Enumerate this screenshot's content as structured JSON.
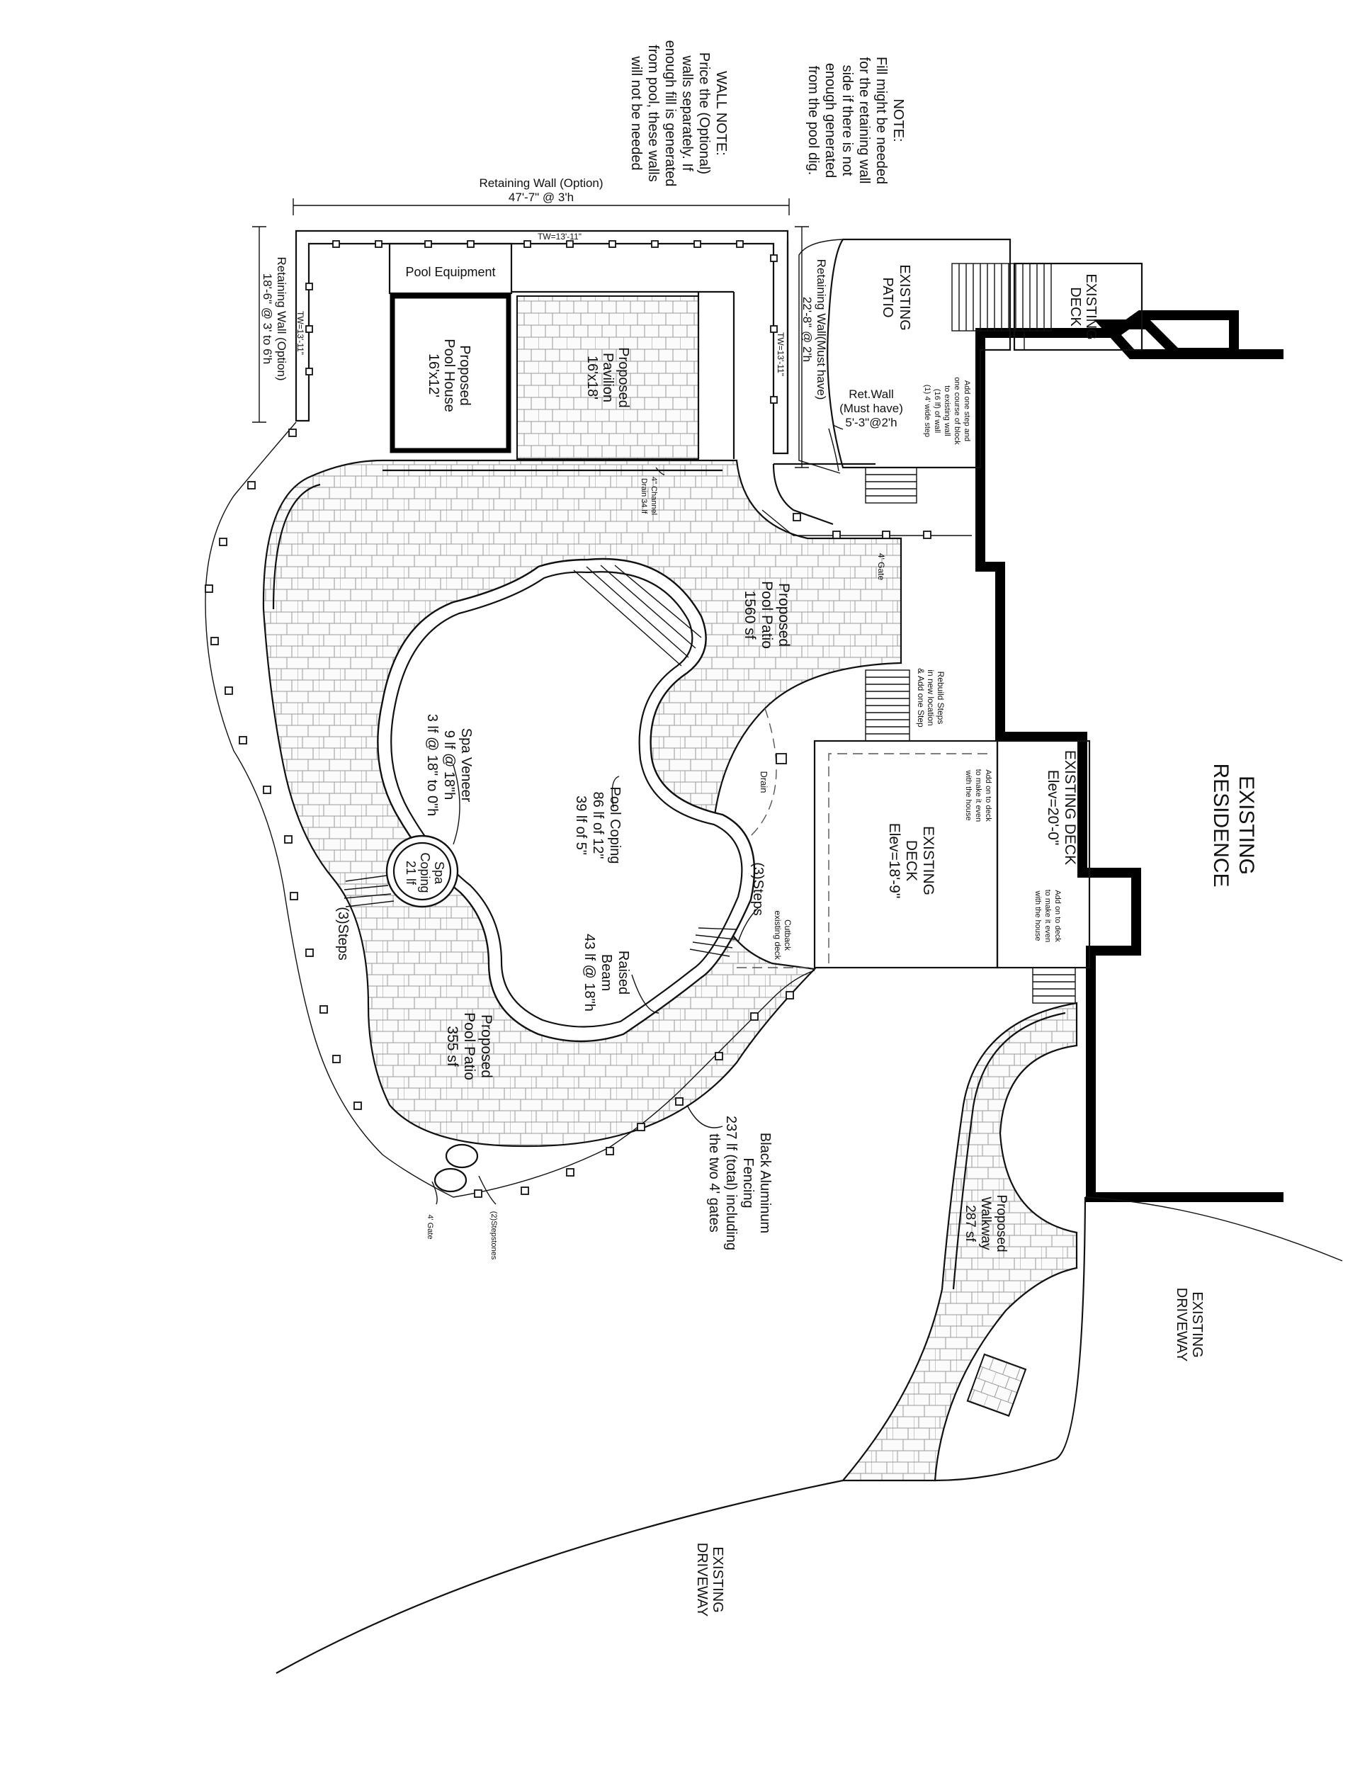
{
  "labels": {
    "existing_residence": [
      "EXISTING",
      "RESIDENCE"
    ],
    "existing_deck_upper": [
      "EXISTING",
      "DECK"
    ],
    "existing_patio": [
      "EXISTING",
      "PATIO"
    ],
    "existing_deck_mid": [
      "EXISTING DECK",
      "Elev=20'-0\""
    ],
    "existing_deck_low": [
      "EXISTING",
      "DECK",
      "Elev=18'-9\""
    ],
    "existing_driveway_right": [
      "EXISTING",
      "DRIVEWAY"
    ],
    "existing_driveway_bottom": [
      "EXISTING",
      "DRIVEWAY"
    ],
    "pool_equipment": "Pool Equipment",
    "pool_house": [
      "Proposed",
      "Pool House",
      "16'x12'"
    ],
    "pavilion": [
      "Proposed",
      "Pavilion",
      "16'x18'"
    ],
    "pool_patio_main": [
      "Proposed",
      "Pool Patio",
      "1560 sf"
    ],
    "pool_patio_small": [
      "Proposed",
      "Pool Patio",
      "355 sf"
    ],
    "walkway": [
      "Proposed",
      "Walkway",
      "287 sf"
    ],
    "spa_veneer": [
      "Spa Veneer",
      "9 lf @ 18\"h",
      "3 lf @ 18\" to 0\"h"
    ],
    "pool_coping": [
      "Pool Coping",
      "86 lf of 12\"",
      "39 lf of 5\""
    ],
    "spa_coping": [
      "Spa",
      "Coping",
      "21 lf"
    ],
    "raised_beam": [
      "Raised",
      "Beam",
      "43 lf @ 18\"h"
    ],
    "steps_pool": "(3)Steps",
    "steps_spa": "(3)Steps",
    "drain": "Drain",
    "cutback": [
      "Cutback",
      "existing deck"
    ],
    "rebuild_steps": [
      "Rebuild Steps",
      "in new location",
      "& Add one Step"
    ],
    "gate_top": "4' Gate",
    "gate_bottom": "4' Gate",
    "stepstones": "(2)Stepstones",
    "channel_drain": [
      "4\" Channel",
      "Drain 34 lf"
    ],
    "add_deck_a": [
      "Add on to deck",
      "to make it even",
      "with the house"
    ],
    "add_deck_b": [
      "Add on to deck",
      "to make it even",
      "with the house"
    ],
    "add_one_step": [
      "Add one step and",
      "one course of block",
      "to existing wall",
      "(16 lf) of wall",
      "(1) 4' wide step"
    ],
    "ret_wall_must": [
      "Ret.Wall",
      "(Must have)",
      "5'-3\"@2'h"
    ],
    "retaining_wall_must": [
      "Retaining Wall(Must have)",
      "22'-8\" @ 2'h"
    ],
    "retaining_wall_option_top": [
      "Retaining Wall (Option)",
      "47'-7\" @ 3'h"
    ],
    "retaining_wall_option_left": [
      "Retaining Wall (Option)",
      "18'-6\" @ 3' to 6'h"
    ],
    "tw_top": "TW=13'-11\"",
    "tw_left": "TW=13'-11\"",
    "tw_right": "TW=13'-11\"",
    "fencing": [
      "Black Aluminum",
      "Fencing",
      "237 lf (total) including",
      "the two 4' gates"
    ],
    "note": [
      "NOTE:",
      "Fill might be needed",
      "for the retaining wall",
      "side if there is not",
      "enough generated",
      "from the pool dig."
    ],
    "wall_note": [
      "WALL NOTE:",
      "Price the (Optional)",
      "walls separately.  If",
      "enough fill is generated",
      "from pool, these walls",
      "will not be needed"
    ]
  }
}
